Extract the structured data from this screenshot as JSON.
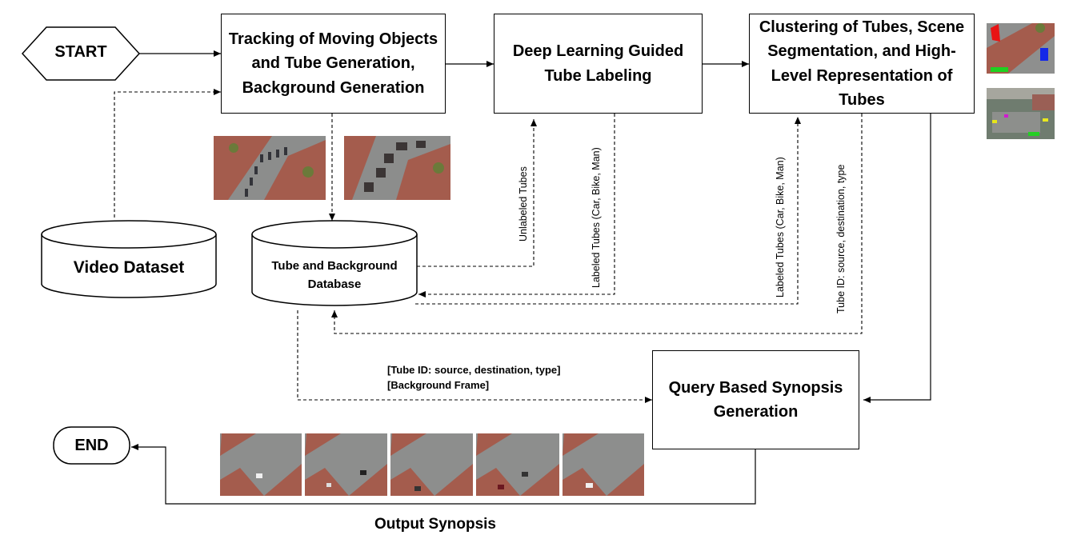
{
  "nodes": {
    "start": "START",
    "end": "END",
    "tracking": "Tracking of Moving Objects and Tube Generation, Background Generation",
    "labeling": "Deep Learning Guided Tube Labeling",
    "clustering": "Clustering of Tubes, Scene Segmentation, and High-Level Representation of Tubes",
    "video_dataset": "Video Dataset",
    "tube_db": "Tube and Background Database",
    "synopsis": "Query Based Synopsis Generation"
  },
  "edge_labels": {
    "unlabeled_tubes": "Unlabeled Tubes",
    "labeled_tubes_1": "Labeled Tubes (Car, Bike, Man)",
    "labeled_tubes_2": "Labeled Tubes (Car, Bike, Man)",
    "tube_id": "Tube ID: source, destination, type",
    "query_line1": "[Tube ID: source, destination, type]",
    "query_line2": "[Background Frame]"
  },
  "output_label": "Output Synopsis",
  "colors": {
    "road": "#7d7f80",
    "dirt": "#a0574b",
    "grass": "#6f7f3c",
    "line": "#000000"
  }
}
